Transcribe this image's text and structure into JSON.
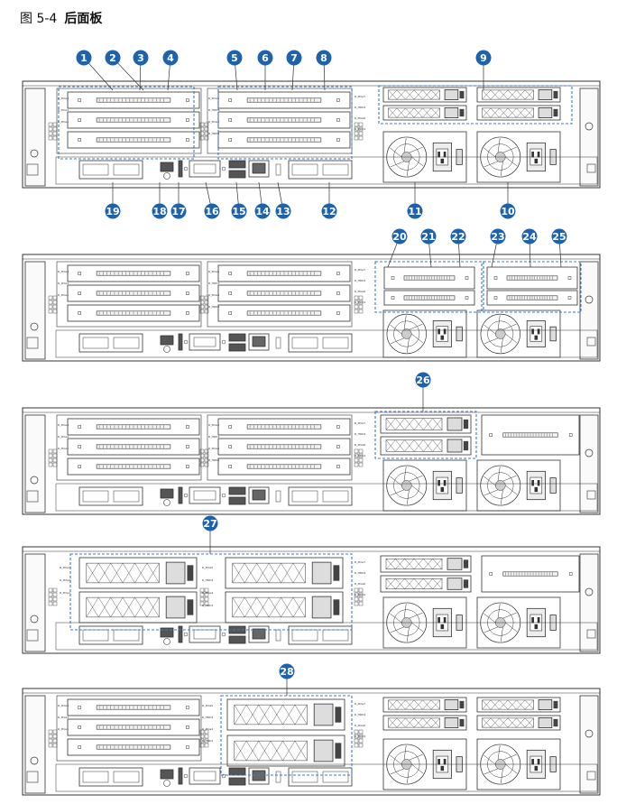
{
  "figure": {
    "label": "图 5-4",
    "title": "后面板"
  },
  "slot_labels": {
    "riser1": [
      "R_PCIe3",
      "R_PCIe2",
      "R_PCIe1"
    ],
    "riser2": [
      "R_PCIe5",
      "R_HDD3",
      "R_PCIe4",
      "R_HDD1"
    ],
    "riser3": [
      "R_PCIe7",
      "R_HDD2",
      "R_PCIe6",
      "R_HDD1"
    ]
  },
  "callouts": {
    "panel1_top": [
      "1",
      "2",
      "3",
      "4",
      "5",
      "6",
      "7",
      "8",
      "9"
    ],
    "panel1_bottom": [
      "19",
      "18",
      "17",
      "16",
      "15",
      "14",
      "13",
      "12",
      "11",
      "10"
    ],
    "panel2": [
      "20",
      "21",
      "22",
      "23",
      "24",
      "25"
    ],
    "panel3": [
      "26"
    ],
    "panel4": [
      "27"
    ],
    "panel5": [
      "28"
    ]
  },
  "colors": {
    "callout": "#1c62ad",
    "dash": "#3a7bc8",
    "line": "#333333"
  }
}
